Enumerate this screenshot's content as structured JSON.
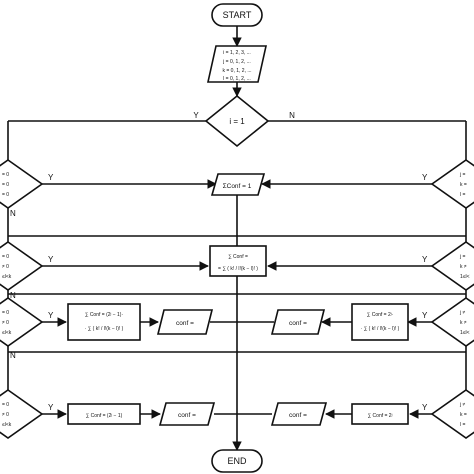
{
  "flowchart": {
    "start": "START",
    "end": "END",
    "input_block": [
      "i = 1, 2, 3, ...",
      "j = 0, 1, 2, ...",
      "k = 0, 1, 2, ...",
      "l = 0, 1, 2, ..."
    ],
    "decision_main": "i = 1",
    "branch_yes": "Y",
    "branch_no": "N",
    "left_decisions": [
      [
        "= 0",
        "= 0",
        "= 0"
      ],
      [
        "= 0",
        "≠ 0",
        "≤l<k"
      ],
      [
        "= 0",
        "≠ 0",
        "≤l<k"
      ],
      [
        "= 0",
        "≠ 0",
        "≤l<k"
      ]
    ],
    "right_decisions": [
      [
        "j =",
        "k =",
        "l ="
      ],
      [
        "j =",
        "k ≠",
        "1≤l<"
      ],
      [
        "j ≠",
        "k ≠",
        "1≤l<"
      ],
      [
        "j ≠",
        "k =",
        "l ="
      ]
    ],
    "center_output_1": "ΣConf = 1",
    "center_output_2": {
      "line1": "∑ Conf =",
      "line2": "= ∑ ( k! / l!(k − l)! )"
    },
    "left_formula_3": {
      "line1": "∑ Conf = (2ʲ − 1)·",
      "line2": "· ∑ ( k! / l!(k − l)! )"
    },
    "left_formula_4": "∑ Conf = (2ʲ − 1)",
    "right_formula_3": {
      "line1": "∑ Conf = 2ʲ·",
      "line2": "· ∑ ( k! / l!(k − l)! )"
    },
    "right_formula_4": "∑ Conf = 2ʲ",
    "conf_label": "conf ="
  }
}
